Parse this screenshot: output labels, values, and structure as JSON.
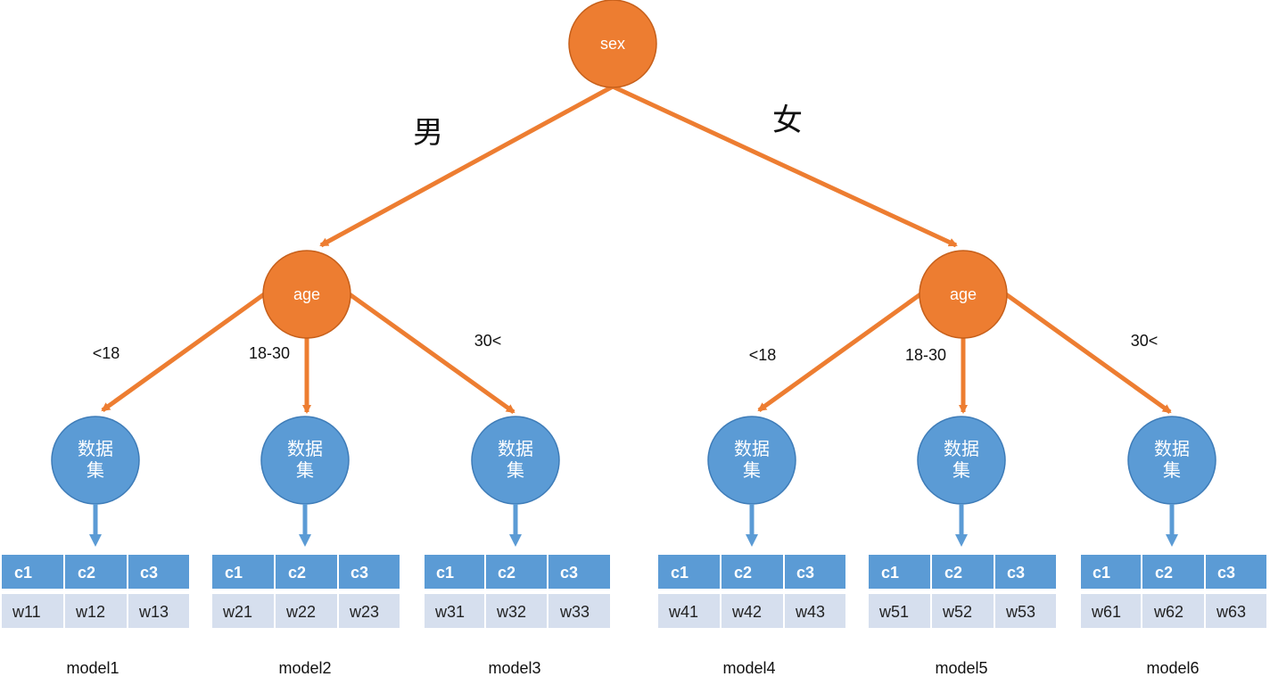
{
  "colors": {
    "orange": "#ED7D31",
    "orange_stroke": "#C65F1A",
    "blue": "#5B9BD5",
    "blue_stroke": "#3E7CB8",
    "cell": "#D6DFEE",
    "white": "#FFFFFF"
  },
  "root": {
    "label": "sex"
  },
  "branches": [
    {
      "gender": "男",
      "node": "age",
      "edges": [
        "<18",
        "18-30",
        "30<"
      ],
      "datasets": [
        {
          "label_line1": "数据",
          "label_line2": "集",
          "headers": [
            "c1",
            "c2",
            "c3"
          ],
          "weights": [
            "w11",
            "w12",
            "w13"
          ],
          "model": "model1"
        },
        {
          "label_line1": "数据",
          "label_line2": "集",
          "headers": [
            "c1",
            "c2",
            "c3"
          ],
          "weights": [
            "w21",
            "w22",
            "w23"
          ],
          "model": "model2"
        },
        {
          "label_line1": "数据",
          "label_line2": "集",
          "headers": [
            "c1",
            "c2",
            "c3"
          ],
          "weights": [
            "w31",
            "w32",
            "w33"
          ],
          "model": "model3"
        }
      ]
    },
    {
      "gender": "女",
      "node": "age",
      "edges": [
        "<18",
        "18-30",
        "30<"
      ],
      "datasets": [
        {
          "label_line1": "数据",
          "label_line2": "集",
          "headers": [
            "c1",
            "c2",
            "c3"
          ],
          "weights": [
            "w41",
            "w42",
            "w43"
          ],
          "model": "model4"
        },
        {
          "label_line1": "数据",
          "label_line2": "集",
          "headers": [
            "c1",
            "c2",
            "c3"
          ],
          "weights": [
            "w51",
            "w52",
            "w53"
          ],
          "model": "model5"
        },
        {
          "label_line1": "数据",
          "label_line2": "集",
          "headers": [
            "c1",
            "c2",
            "c3"
          ],
          "weights": [
            "w61",
            "w62",
            "w63"
          ],
          "model": "model6"
        }
      ]
    }
  ]
}
